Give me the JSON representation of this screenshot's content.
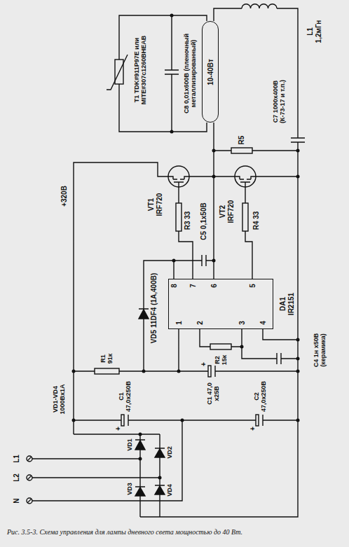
{
  "diagram": {
    "caption": "Рис. 3.5-3. Схема управления для лампы дневного света мощностью до 40 Вт.",
    "nodes": [
      {
        "text": [
          "10-40Вт"
        ]
      },
      {
        "text": [
          "8",
          "7",
          "6",
          "5",
          "1",
          "2",
          "3",
          "4"
        ]
      }
    ],
    "labels": [
      "+320В",
      "T1 TDK#911P97E или MITE#307c1260BHEAB",
      "C8 0,01х600В (пленочный металлизированный)",
      "L1 1,2мГн",
      "C7 1000х400В (К-73-17 и т.п.)",
      "R5",
      "VT1 IRF720",
      "VT2 IRF720",
      "R3 33",
      "C5 0,1х50В",
      "R4 33",
      "DA1 IR2151",
      "VD5 11DF4 (1А,400В)",
      "R2 15к",
      "C4 1н х50В (керамика)",
      "R1 91к",
      "C1 47,0 х25В",
      "+",
      "C1 47,0х250В",
      "+",
      "C2 47,0х250В",
      "+",
      "VD1-VD4 1000Вх1А",
      "VD1",
      "VD2",
      "VD3",
      "VD4",
      "L1",
      "L2",
      "N"
    ]
  }
}
